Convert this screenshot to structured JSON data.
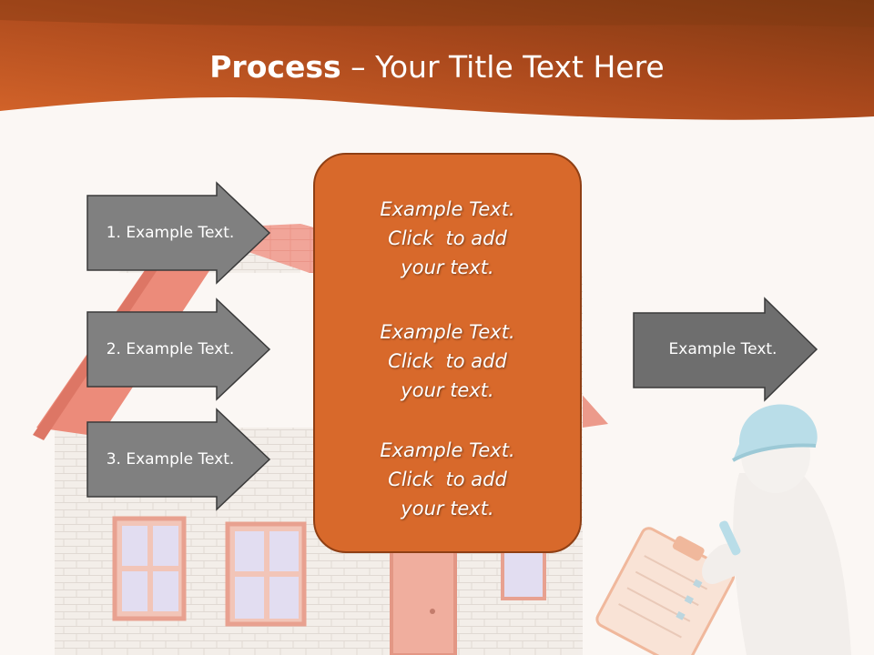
{
  "slide": {
    "title_bold": "Process",
    "title_rest": " – Your Title Text Here",
    "steps": [
      {
        "label": "1. Example Text."
      },
      {
        "label": "2. Example Text."
      },
      {
        "label": "3. Example Text."
      }
    ],
    "center_paragraphs": [
      {
        "line1": "Example Text.",
        "line2": "Click  to add",
        "line3": "your text."
      },
      {
        "line1": "Example Text.",
        "line2": "Click  to add",
        "line3": "your text."
      },
      {
        "line1": "Example Text.",
        "line2": "Click  to add",
        "line3": "your text."
      }
    ],
    "output_label": "Example Text."
  },
  "colors": {
    "header_orange": "#c85a22",
    "header_brown": "#8b3d15",
    "center_box": "#d8692b",
    "arrow_gray": "#808080",
    "background": "#fbf7f4"
  },
  "icons": [
    "house-illustration",
    "worker-with-clipboard-illustration"
  ]
}
